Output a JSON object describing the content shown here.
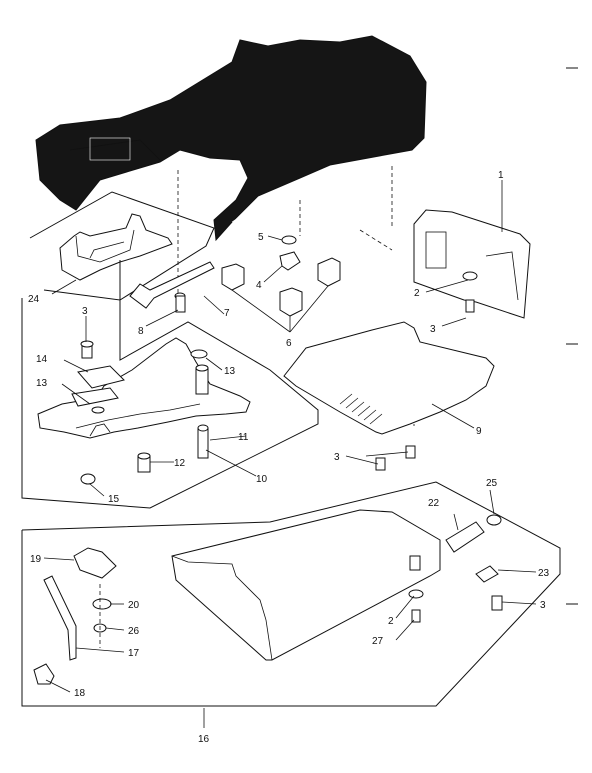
{
  "labels": {
    "l1": "1",
    "l2a": "2",
    "l2b": "2",
    "l3a": "3",
    "l3b": "3",
    "l3c": "3",
    "l3d": "3",
    "l4": "4",
    "l5": "5",
    "l6": "6",
    "l7": "7",
    "l8": "8",
    "l9": "9",
    "l10": "10",
    "l11": "11",
    "l12": "12",
    "l13a": "13",
    "l13b": "13",
    "l14": "14",
    "l15": "15",
    "l16": "16",
    "l17": "17",
    "l18": "18",
    "l19": "19",
    "l20": "20",
    "l22": "22",
    "l23": "23",
    "l24": "24",
    "l25": "25",
    "l26": "26",
    "l27": "27"
  }
}
